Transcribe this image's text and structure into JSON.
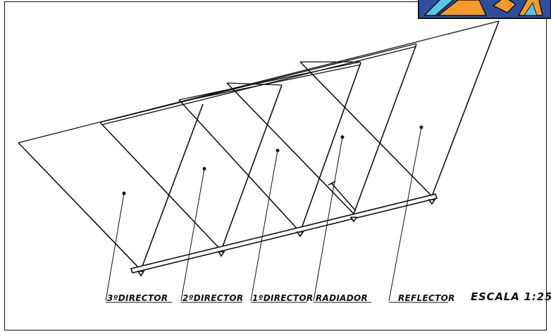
{
  "labels": {
    "director3": "3ºDIRECTOR",
    "director2": "2ºDIRECTOR",
    "director1": "1ºDIRECTOR",
    "radiator": "RADIADOR",
    "reflector": "REFLECTOR"
  },
  "scale": "ESCALA 1:25",
  "logo_colors": {
    "frame": "#2f4f9e",
    "orange": "#f39a2c",
    "cyan": "#59c6e8"
  }
}
